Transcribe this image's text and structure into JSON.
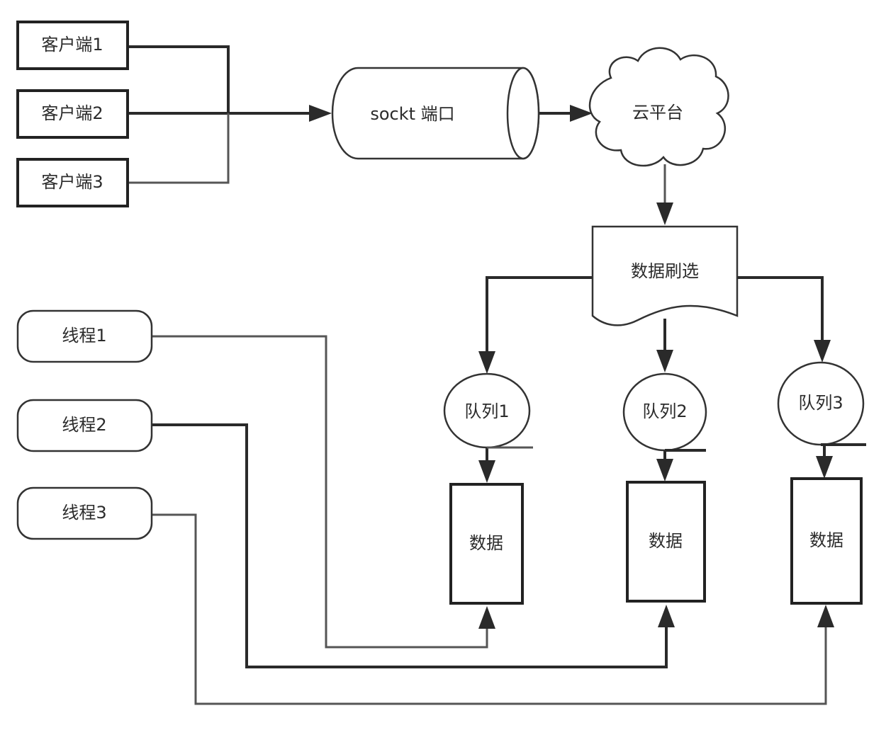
{
  "diagram": {
    "clients": [
      "客户端1",
      "客户端2",
      "客户端3"
    ],
    "socket_label": "sockt 端口",
    "cloud_label": "云平台",
    "filter_label": "数据刷选",
    "queues": [
      "队列1",
      "队列2",
      "队列3"
    ],
    "data_boxes": [
      "数据",
      "数据",
      "数据"
    ],
    "threads": [
      "线程1",
      "线程2",
      "线程3"
    ]
  }
}
